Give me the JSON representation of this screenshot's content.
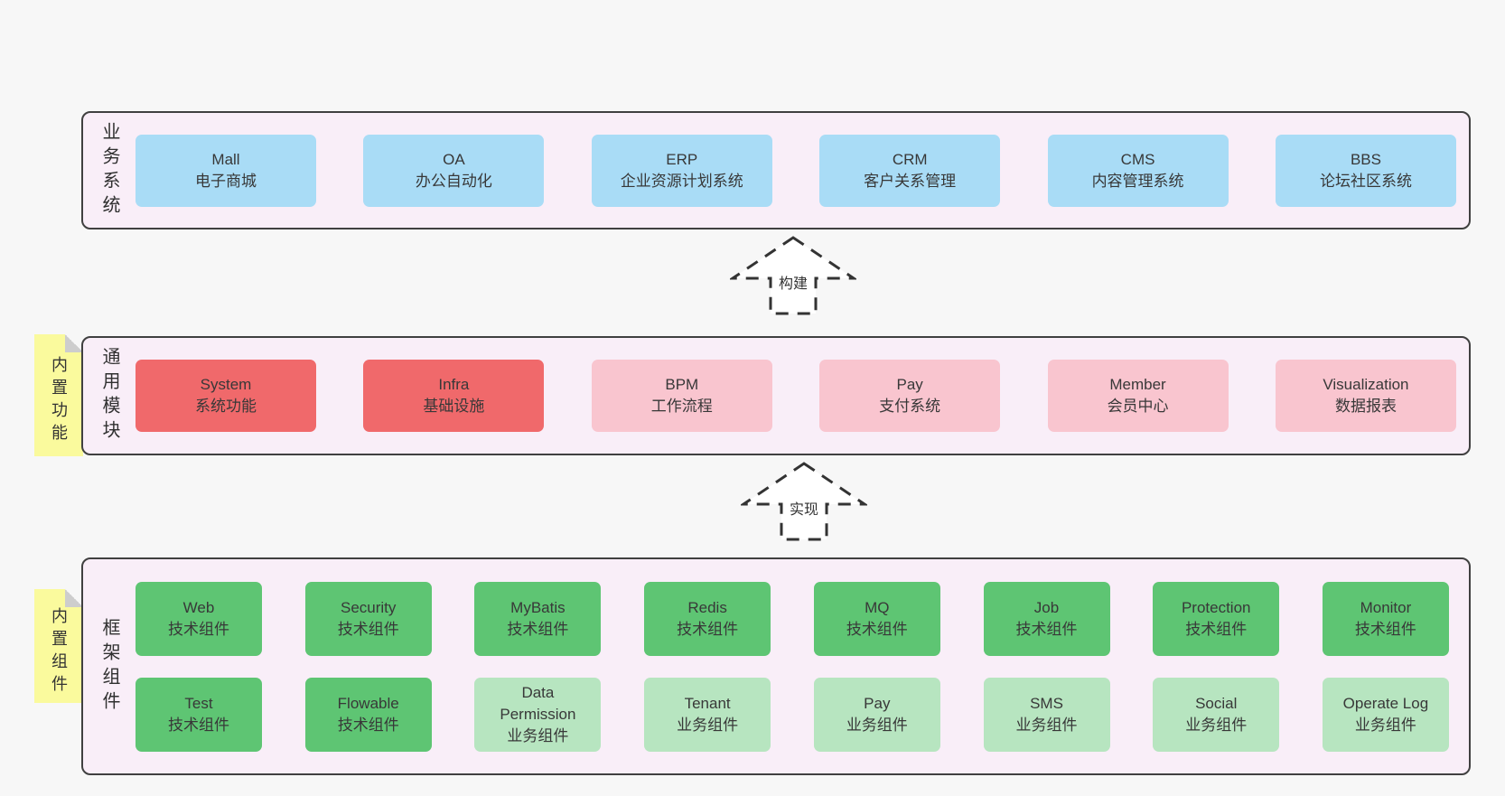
{
  "palette": {
    "pageBg": "#f7f7f7",
    "containerBg": "#f9eef8",
    "containerBorder": "#404040",
    "blue": "#a9dcf6",
    "red": "#f0696b",
    "pink": "#f9c5cf",
    "green": "#5ec573",
    "greenLight": "#b7e5c0",
    "tabYellow": "#fafa9d",
    "foldGray": "#cdcdcd",
    "text": "#3a3a3a"
  },
  "diagram": {
    "layers": [
      {
        "label": "业务系统",
        "boxes": [
          {
            "title": "Mall",
            "subtitle": "电子商城",
            "variant": "blue"
          },
          {
            "title": "OA",
            "subtitle": "办公自动化",
            "variant": "blue"
          },
          {
            "title": "ERP",
            "subtitle": "企业资源计划系统",
            "variant": "blue"
          },
          {
            "title": "CRM",
            "subtitle": "客户关系管理",
            "variant": "blue"
          },
          {
            "title": "CMS",
            "subtitle": "内容管理系统",
            "variant": "blue"
          },
          {
            "title": "BBS",
            "subtitle": "论坛社区系统",
            "variant": "blue"
          }
        ]
      },
      {
        "label": "通用模块",
        "tab": "内置功能",
        "boxes": [
          {
            "title": "System",
            "subtitle": "系统功能",
            "variant": "red"
          },
          {
            "title": "Infra",
            "subtitle": "基础设施",
            "variant": "red"
          },
          {
            "title": "BPM",
            "subtitle": "工作流程",
            "variant": "pink"
          },
          {
            "title": "Pay",
            "subtitle": "支付系统",
            "variant": "pink"
          },
          {
            "title": "Member",
            "subtitle": "会员中心",
            "variant": "pink"
          },
          {
            "title": "Visualization",
            "subtitle": "数据报表",
            "variant": "pink"
          }
        ]
      },
      {
        "label": "框架组件",
        "tab": "内置组件",
        "rows": [
          [
            {
              "title": "Web",
              "subtitle": "技术组件",
              "variant": "green"
            },
            {
              "title": "Security",
              "subtitle": "技术组件",
              "variant": "green"
            },
            {
              "title": "MyBatis",
              "subtitle": "技术组件",
              "variant": "green"
            },
            {
              "title": "Redis",
              "subtitle": "技术组件",
              "variant": "green"
            },
            {
              "title": "MQ",
              "subtitle": "技术组件",
              "variant": "green"
            },
            {
              "title": "Job",
              "subtitle": "技术组件",
              "variant": "green"
            },
            {
              "title": "Protection",
              "subtitle": "技术组件",
              "variant": "green"
            },
            {
              "title": "Monitor",
              "subtitle": "技术组件",
              "variant": "green"
            }
          ],
          [
            {
              "title": "Test",
              "subtitle": "技术组件",
              "variant": "green"
            },
            {
              "title": "Flowable",
              "subtitle": "技术组件",
              "variant": "green"
            },
            {
              "title": "Data\nPermission",
              "subtitle": "业务组件",
              "variant": "green-light"
            },
            {
              "title": "Tenant",
              "subtitle": "业务组件",
              "variant": "green-light"
            },
            {
              "title": "Pay",
              "subtitle": "业务组件",
              "variant": "green-light"
            },
            {
              "title": "SMS",
              "subtitle": "业务组件",
              "variant": "green-light"
            },
            {
              "title": "Social",
              "subtitle": "业务组件",
              "variant": "green-light"
            },
            {
              "title": "Operate Log",
              "subtitle": "业务组件",
              "variant": "green-light"
            }
          ]
        ]
      }
    ],
    "arrows": [
      {
        "label": "构建"
      },
      {
        "label": "实现"
      }
    ]
  }
}
